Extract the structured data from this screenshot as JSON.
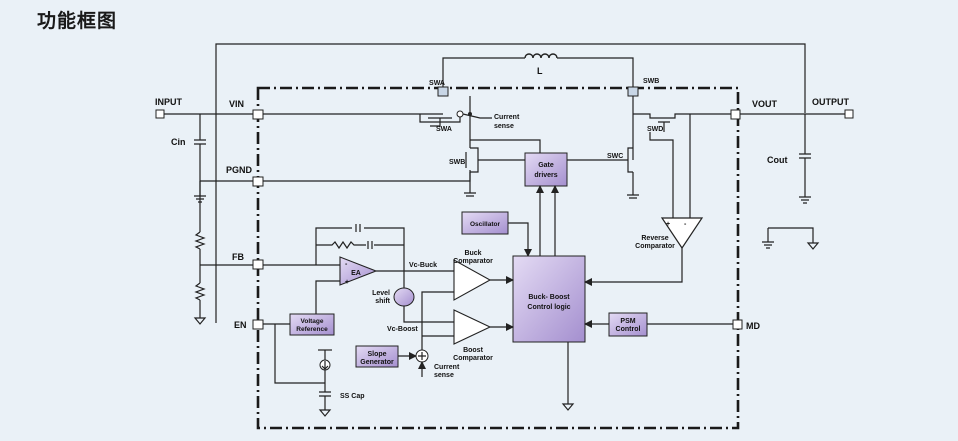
{
  "title": "功能框图",
  "labels": {
    "input": "INPUT",
    "vin": "VIN",
    "cin": "Cin",
    "pgnd": "PGND",
    "fb": "FB",
    "en": "EN",
    "swa": "SWA",
    "swb": "SWB",
    "swc": "SWC",
    "swd": "SWD",
    "inductor": "L",
    "vout": "VOUT",
    "output": "OUTPUT",
    "cout": "Cout",
    "current": "Current",
    "sense": "sense",
    "md": "MD",
    "vc_buck": "Vc-Buck",
    "vc_boost": "Vc-Boost",
    "ss_cap": "SS Cap",
    "plus": "+",
    "minus": "-"
  },
  "blocks": {
    "gate_drivers": [
      "Gate",
      "drivers"
    ],
    "oscillator": "Oscillator",
    "reverse_comparator": [
      "Reverse",
      "Comparator"
    ],
    "control_logic": [
      "Buck- Boost",
      "Control logic"
    ],
    "psm_control": [
      "PSM",
      "Control"
    ],
    "ea": "EA",
    "voltage_reference": [
      "Voltage",
      "Reference"
    ],
    "level_shift": [
      "Level",
      "shift"
    ],
    "buck_comparator": [
      "Buck",
      "Comparator"
    ],
    "boost_comparator": [
      "Boost",
      "Comparator"
    ],
    "slope_generator": [
      "Slope",
      "Generator"
    ]
  },
  "colors": {
    "background": "#eaf1f7",
    "block_fill": "#b9a8d8",
    "line": "#222222"
  }
}
